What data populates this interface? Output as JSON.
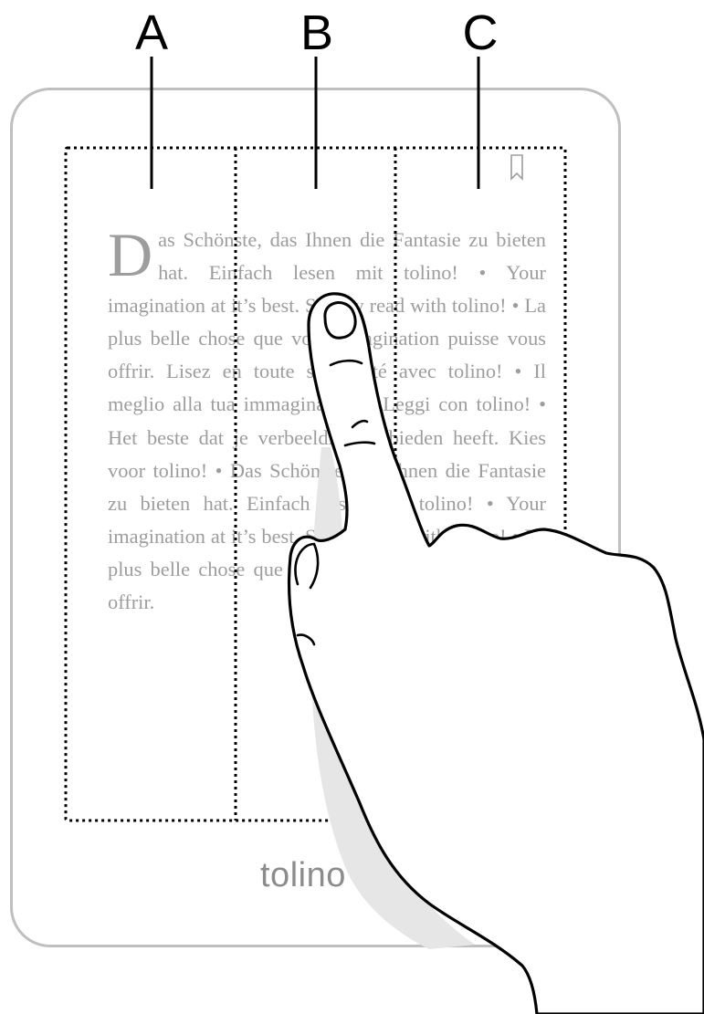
{
  "zones": [
    {
      "id": "A",
      "label": "A"
    },
    {
      "id": "B",
      "label": "B"
    },
    {
      "id": "C",
      "label": "C"
    }
  ],
  "reader": {
    "drop_cap": "D",
    "body": "as Schönste, das Ihnen die Fantasie zu bieten hat. Einfach lesen mit tolino! • Your imagination at it’s best. Simply read with tolino! • La plus belle chose que votre imagination puisse vous offrir. Lisez en toute simplicité avec tolino! • Il meglio alla tua immaginazione. Leggi con tolino! • Het beste dat je verbeelding te bieden heeft. Kies voor tolino! • Das Schönste, das Ihnen die Fantasie zu bieten hat. Einfach lesen mit tolino! • Your imagination at it’s best. Simply read with tolino! • La plus belle chose que votre imagination puisse vous offrir."
  },
  "device": {
    "brand": "tolino"
  },
  "colors": {
    "frame": "#bfbfbf",
    "text": "#9d9d9d",
    "lines": "#000000",
    "shadow": "#e6e6e6"
  },
  "icons": [
    "bookmark-icon",
    "butterfly-logo-icon",
    "pointing-hand-icon"
  ]
}
